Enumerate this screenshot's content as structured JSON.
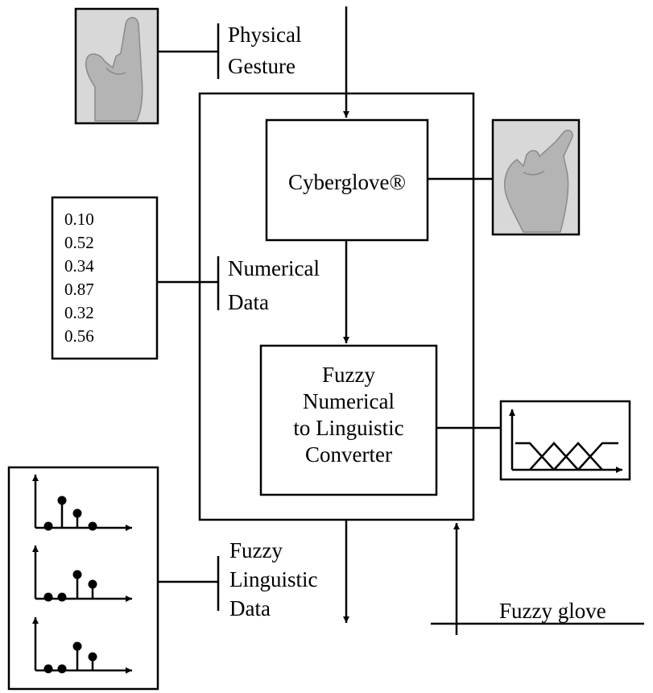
{
  "labels": {
    "physical_gesture": [
      "Physical",
      "Gesture"
    ],
    "cyberglove": "Cyberglove®",
    "numerical_data": [
      "Numerical",
      "Data"
    ],
    "converter": [
      "Fuzzy",
      "Numerical",
      "to Linguistic",
      "Converter"
    ],
    "fuzzy_linguistic_data": [
      "Fuzzy",
      "Linguistic",
      "Data"
    ],
    "fuzzy_glove": "Fuzzy glove"
  },
  "numerical_values": [
    "0.10",
    "0.52",
    "0.34",
    "0.87",
    "0.32",
    "0.56"
  ],
  "icons": {
    "hand_photo_1": "hand-pointing-up-photo",
    "hand_photo_2": "hand-gesture-photo",
    "membership": "fuzzy-membership-functions-graph",
    "stem_plots": "linguistic-stem-plots"
  },
  "colors": {
    "line": "#000000",
    "photo_bg": "#d8d8d8",
    "hand": "#b4b4b4"
  }
}
